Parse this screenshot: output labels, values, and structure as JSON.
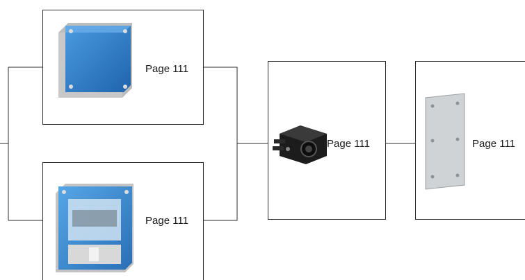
{
  "nodes": {
    "enclosure_blue": {
      "label": "Page 111",
      "icon": "blue-enclosure-icon"
    },
    "enclosure_window": {
      "label": "Page 111",
      "icon": "windowed-enclosure-icon"
    },
    "connector": {
      "label": "Page 111",
      "icon": "cable-gland-connector-icon"
    },
    "mounting_plate": {
      "label": "Page 111",
      "icon": "mounting-plate-icon"
    }
  },
  "colors": {
    "border": "#2b2b2b",
    "enclosure_blue": "#2f7fc8",
    "enclosure_grey": "#c9c9c9",
    "plate_grey": "#cfd3d6"
  }
}
